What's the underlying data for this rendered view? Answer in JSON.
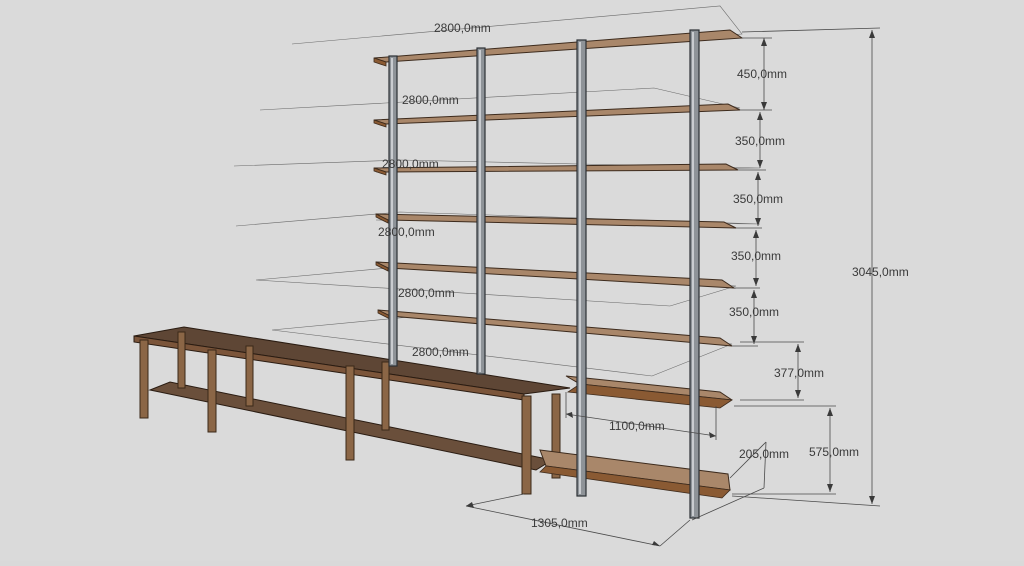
{
  "dimensions": {
    "widths": [
      "2800,0mm",
      "2800,0mm",
      "2800,0mm",
      "2800,0mm",
      "2800,0mm",
      "2800,0mm"
    ],
    "spacings": [
      "450,0mm",
      "350,0mm",
      "350,0mm",
      "350,0mm",
      "350,0mm",
      "377,0mm",
      "575,0mm"
    ],
    "total_height": "3045,0mm",
    "depth": "205,0mm",
    "bench_width": "1305,0mm",
    "lower_shelf_width": "1100,0mm"
  },
  "colors": {
    "background": "#dadada",
    "shelf_wood": "#a9876a",
    "bench_wood": "#5e4635",
    "rail_metal": "#8e9398"
  }
}
